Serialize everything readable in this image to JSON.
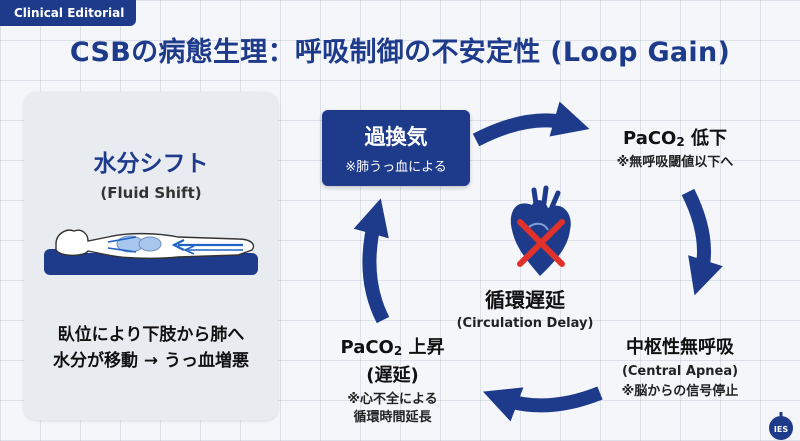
{
  "tag": "Clinical Editorial",
  "title": "CSBの病態生理：呼吸制御の不安定性 (Loop Gain)",
  "left_panel": {
    "title": "水分シフト",
    "subtitle": "(Fluid Shift)",
    "desc_line1": "臥位により下肢から肺へ",
    "desc_line2": "水分が移動 → うっ血増悪"
  },
  "cycle": {
    "hyperventilation": {
      "title": "過換気",
      "note": "※肺うっ血による"
    },
    "paco2_down": {
      "title_main": "PaCO",
      "title_sub": "2",
      "title_rest": " 低下",
      "note": "※無呼吸閾値以下へ"
    },
    "central_apnea": {
      "title": "中枢性無呼吸",
      "english": "(Central Apnea)",
      "note": "※脳からの信号停止"
    },
    "paco2_up": {
      "title_main": "PaCO",
      "title_sub": "2",
      "title_rest": " 上昇",
      "delayed": "(遅延)",
      "note_line1": "※心不全による",
      "note_line2": "循環時間延長"
    },
    "center": {
      "title": "循環遅延",
      "english": "(Circulation Delay)"
    }
  },
  "logo_text": "IES",
  "colors": {
    "navy": "#1e3a8a",
    "red": "#e0322b",
    "panel": "#e8ebf0"
  }
}
